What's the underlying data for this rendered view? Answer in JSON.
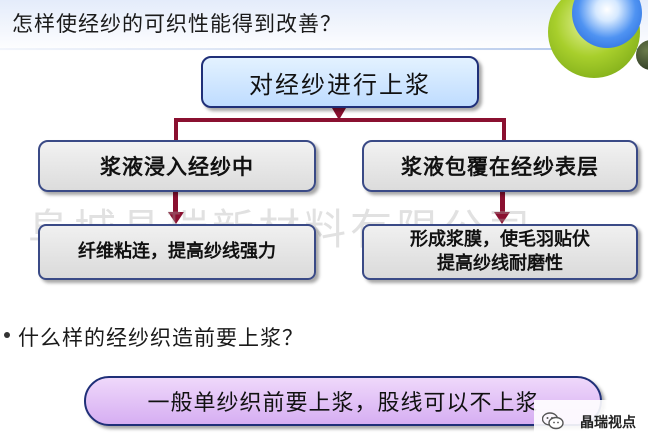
{
  "title": "怎样使经纱的可织性能得到改善？",
  "top_box": "对经纱进行上浆",
  "left_box": "浆液浸入经纱中",
  "right_box": "浆液包覆在经纱表层",
  "left_result": "纤维粘连，提高纱线强力",
  "right_result_line1": "形成浆膜，使毛羽贴伏",
  "right_result_line2": "提高纱线耐磨性",
  "watermark": "阜城晶瑞新材料有限公司",
  "question": "什么样的经纱织造前要上浆？",
  "answer": "一般单纱织前要上浆，股线可以不上浆",
  "badge_text": "晶瑞视点",
  "badge_icon": "wechat-icon",
  "colors": {
    "arrow": "#8a1030",
    "box_border": "#1f2f78",
    "top_fill": "#cfe6ff",
    "answer_fill": "#e3c3f7"
  }
}
